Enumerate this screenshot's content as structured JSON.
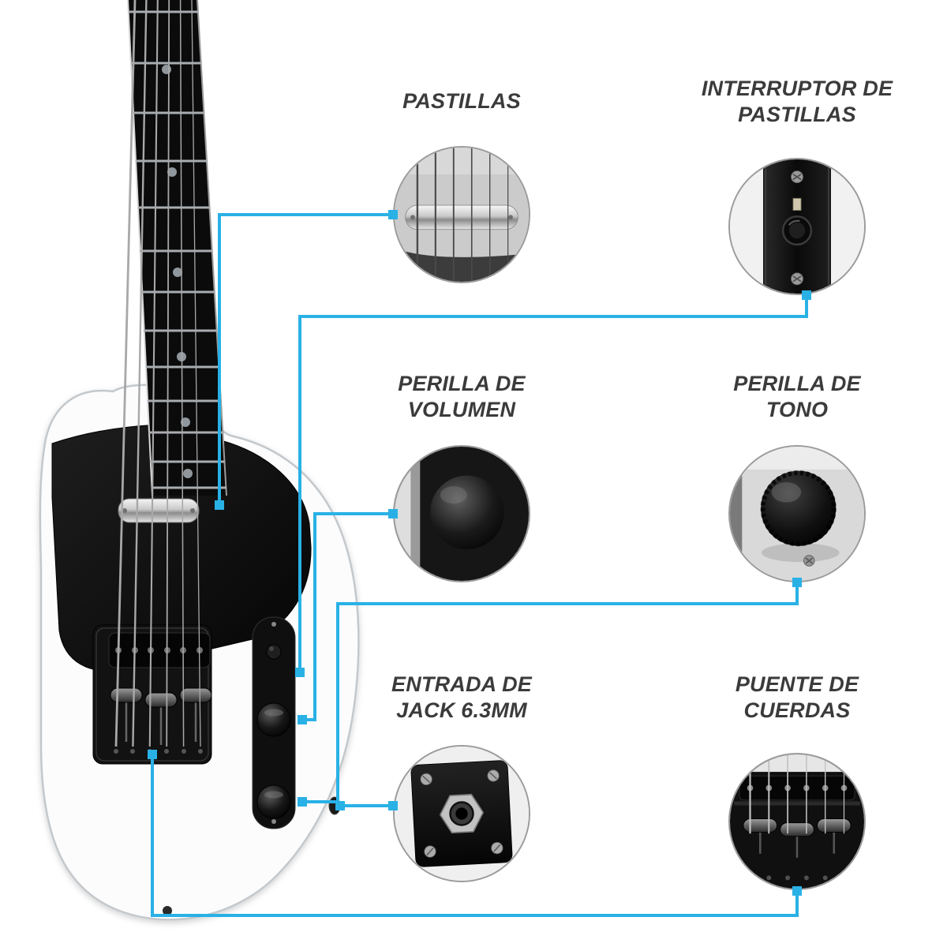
{
  "colors": {
    "connector": "#29b1e6",
    "label": "#3b3b3b",
    "circle_border": "#9b9b9b",
    "guitar_body": "#fcfcfd",
    "pickguard": "#101010"
  },
  "callouts": [
    {
      "id": "pastillas",
      "lines": [
        "PASTILLAS"
      ]
    },
    {
      "id": "interruptor",
      "lines": [
        "INTERRUPTOR DE",
        "PASTILLAS"
      ]
    },
    {
      "id": "volumen",
      "lines": [
        "PERILLA DE",
        "VOLUMEN"
      ]
    },
    {
      "id": "tono",
      "lines": [
        "PERILLA DE",
        "TONO"
      ]
    },
    {
      "id": "jack",
      "lines": [
        "ENTRADA DE",
        "JACK 6.3MM"
      ]
    },
    {
      "id": "puente",
      "lines": [
        "PUENTE DE",
        "CUERDAS"
      ]
    }
  ]
}
